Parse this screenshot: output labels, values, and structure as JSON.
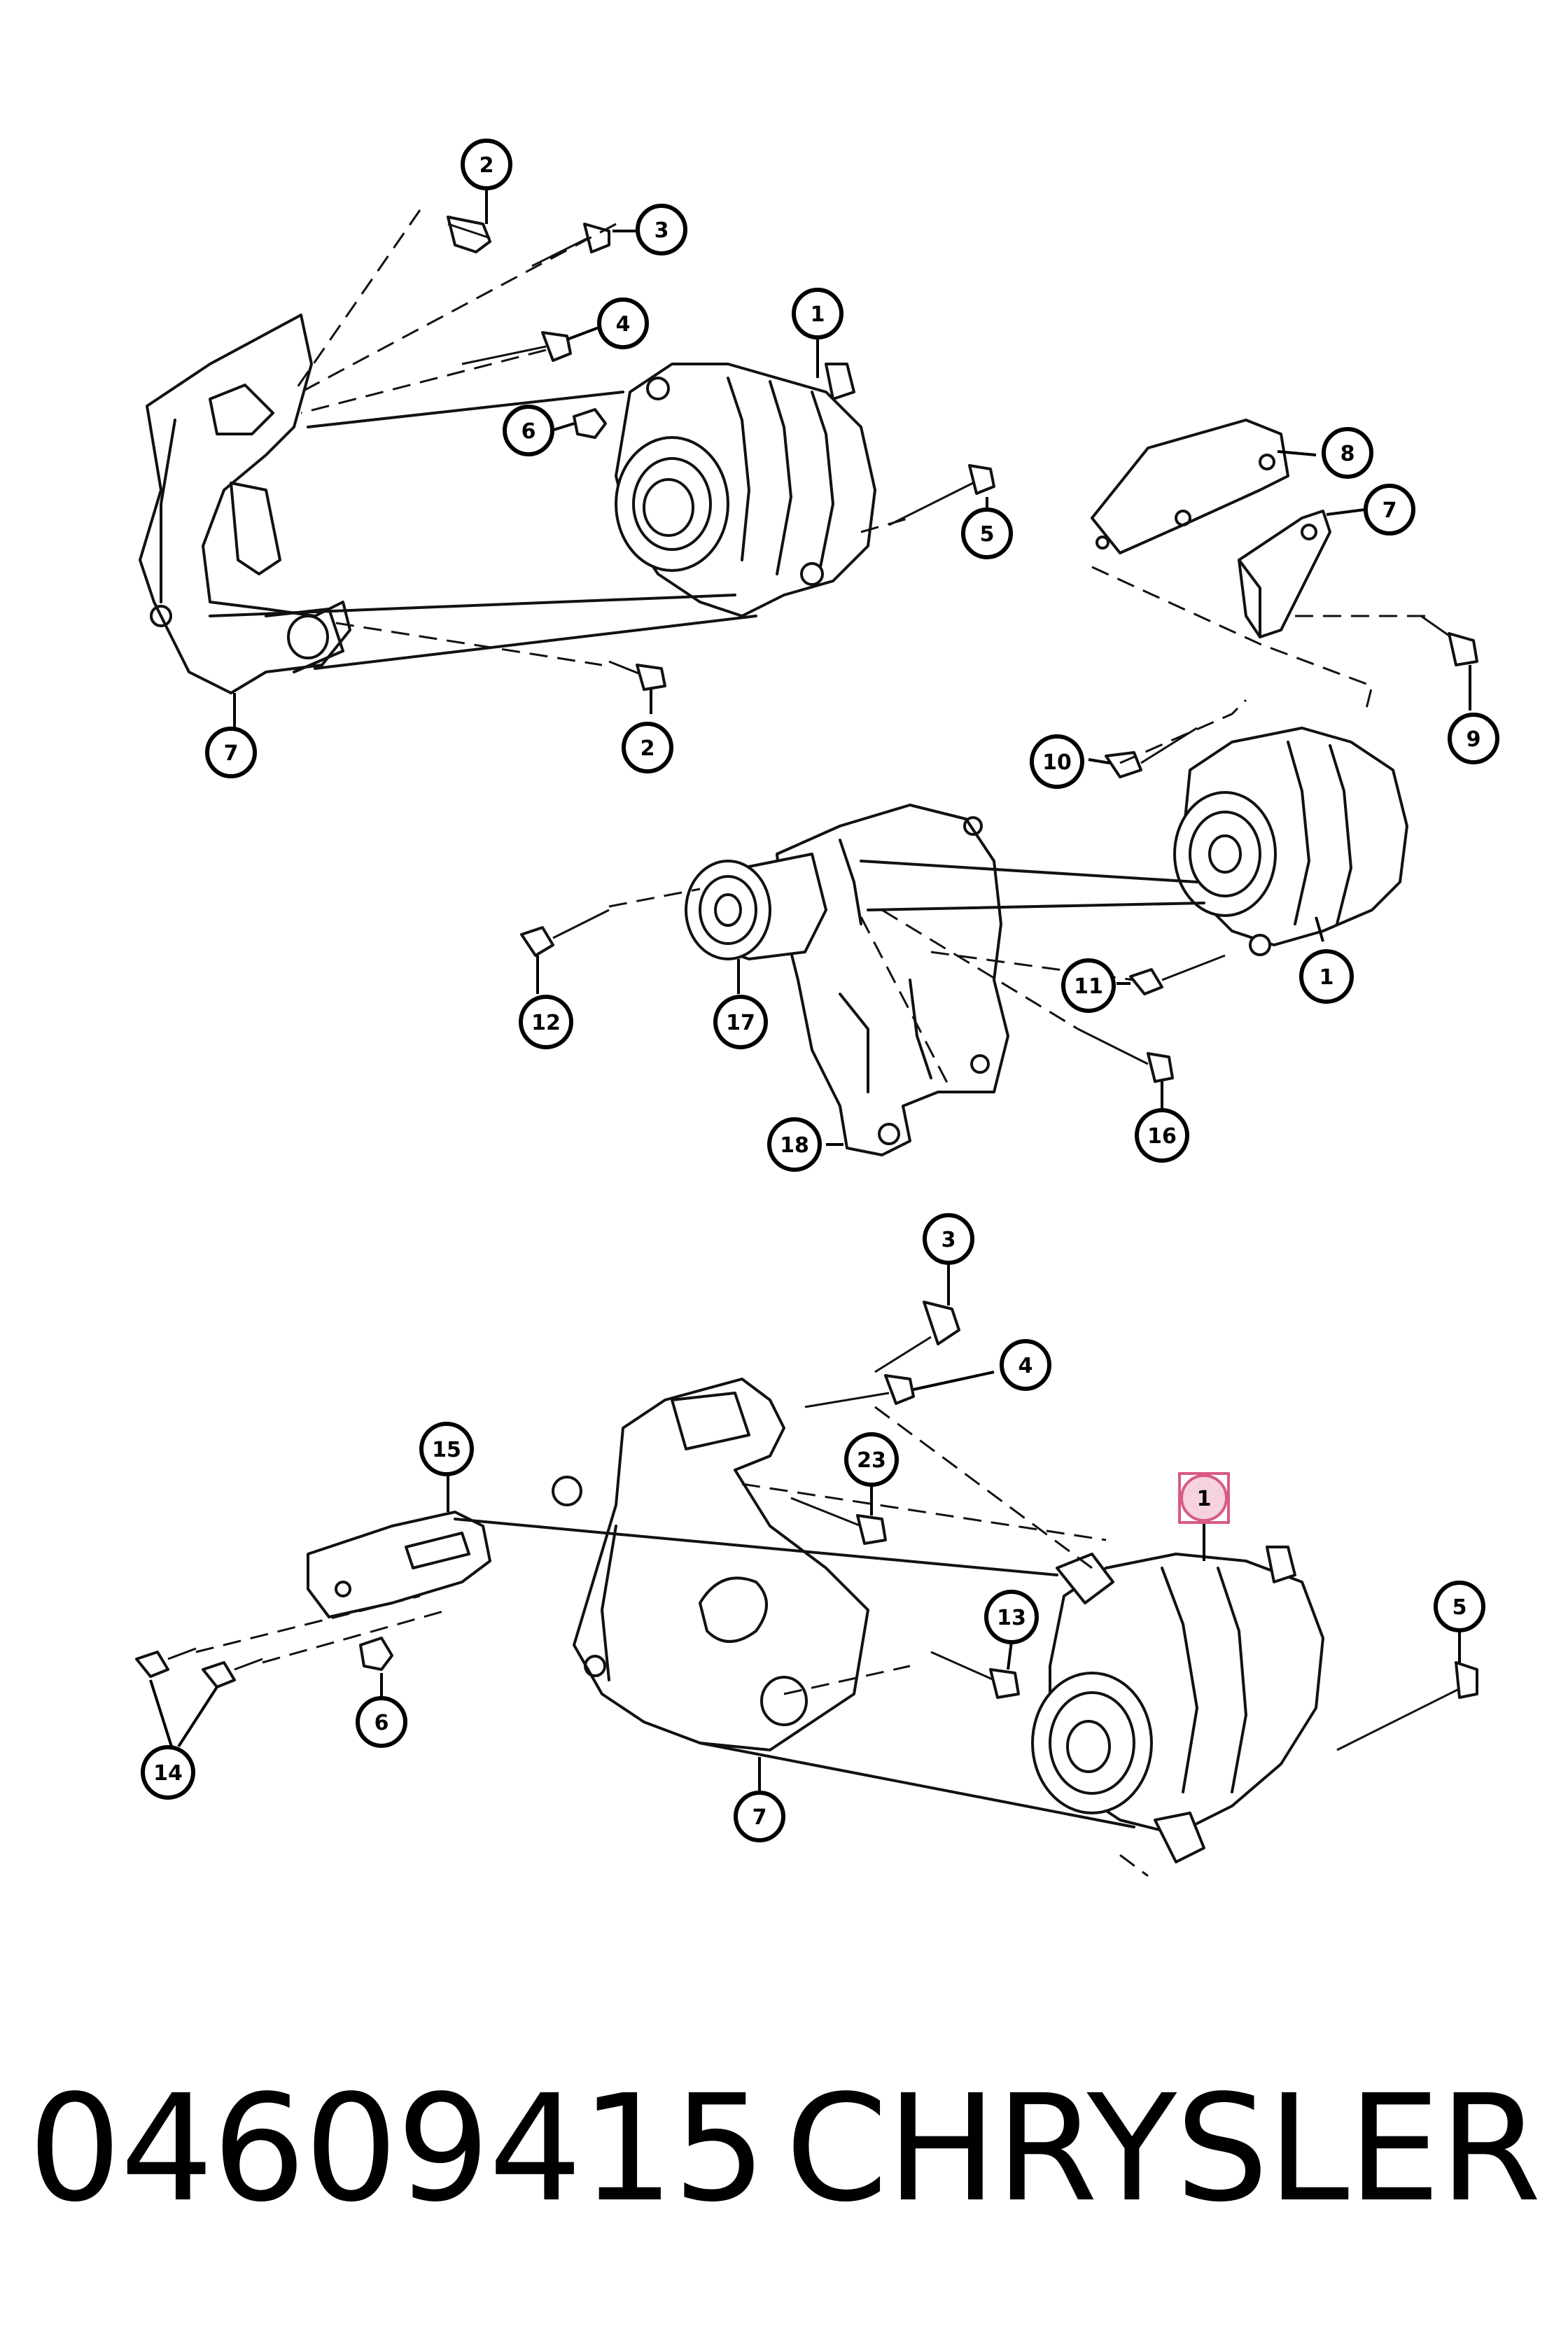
{
  "callouts": {
    "top_left": [
      "2",
      "3",
      "4",
      "1",
      "6",
      "5",
      "7",
      "2"
    ],
    "top_right": [
      "8",
      "7",
      "9"
    ],
    "middle": [
      "10",
      "12",
      "17",
      "11",
      "1",
      "18",
      "16"
    ],
    "bottom": [
      "3",
      "4",
      "15",
      "23",
      "1",
      "5",
      "13",
      "14",
      "6",
      "7"
    ]
  },
  "highlight_color": "#d85a85",
  "footer": {
    "part_number": "04609415",
    "brand": "CHRYSLER"
  }
}
